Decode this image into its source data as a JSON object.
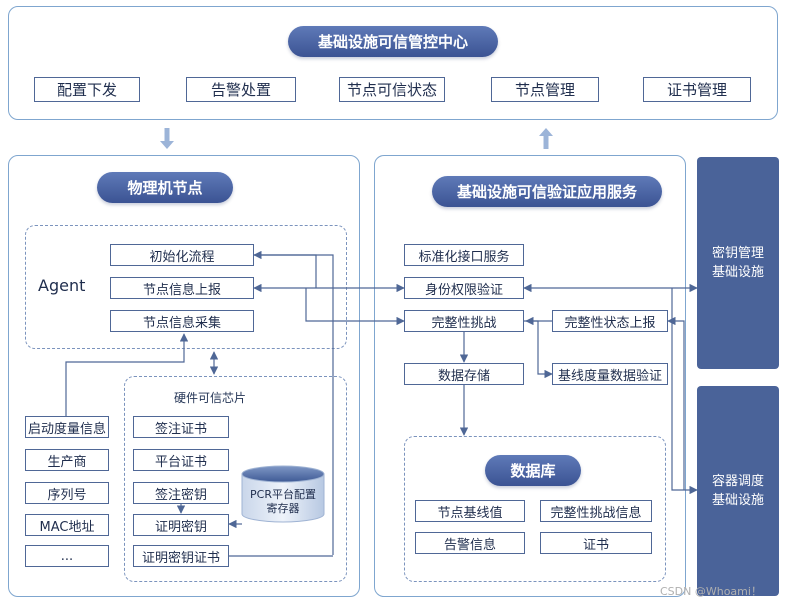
{
  "top": {
    "title": "基础设施可信管控中心",
    "items": [
      "配置下发",
      "告警处置",
      "节点可信状态",
      "节点管理",
      "证书管理"
    ]
  },
  "left": {
    "title": "物理机节点",
    "agent_label": "Agent",
    "agent_items": [
      "初始化流程",
      "节点信息上报",
      "节点信息采集"
    ],
    "info_items": [
      "启动度量信息",
      "生产商",
      "序列号",
      "MAC地址",
      "..."
    ],
    "chip_title": "硬件可信芯片",
    "chip_items": [
      "签注证书",
      "平台证书",
      "签注密钥",
      "证明密钥",
      "证明密钥证书"
    ],
    "pcr_line1": "PCR平台配置",
    "pcr_line2": "寄存器"
  },
  "middle": {
    "title": "基础设施可信验证应用服务",
    "items": [
      "标准化接口服务",
      "身份权限验证",
      "完整性挑战",
      "数据存储"
    ],
    "status_report": "完整性状态上报",
    "baseline_verify": "基线度量数据验证",
    "db_title": "数据库",
    "db_items": [
      "节点基线值",
      "完整性挑战信息",
      "告警信息",
      "证书"
    ]
  },
  "right": {
    "key_mgmt": [
      "密钥管理",
      "基础设施"
    ],
    "container": [
      "容器调度",
      "基础设施"
    ]
  },
  "watermark": "CSDN @Whoami！"
}
